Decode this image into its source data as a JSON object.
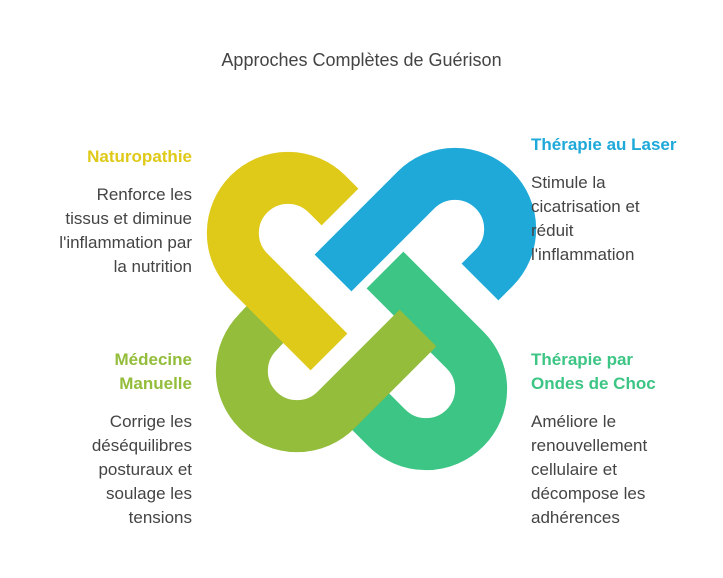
{
  "title": "Approches Complètes de Guérison",
  "colors": {
    "yellow": "#DFC919",
    "blue": "#1EA9D9",
    "lime": "#93BD3B",
    "green": "#3CC584",
    "text": "#444444"
  },
  "items": [
    {
      "heading": [
        "Naturopathie"
      ],
      "description": [
        "Renforce les",
        "tissus et diminue",
        "l'inflammation par",
        "la nutrition"
      ],
      "color": "#DFC919"
    },
    {
      "heading": [
        "Thérapie au Laser"
      ],
      "description": [
        "Stimule la",
        "cicatrisation et",
        "réduit",
        "l'inflammation"
      ],
      "color": "#1EA9D9"
    },
    {
      "heading": [
        "Médecine",
        "Manuelle"
      ],
      "description": [
        "Corrige les",
        "déséquilibres",
        "posturaux et",
        "soulage les",
        "tensions"
      ],
      "color": "#93BD3B"
    },
    {
      "heading": [
        "Thérapie par",
        "Ondes de Choc"
      ],
      "description": [
        "Améliore le",
        "renouvellement",
        "cellulaire et",
        "décompose les",
        "adhérences"
      ],
      "color": "#3CC584"
    }
  ]
}
